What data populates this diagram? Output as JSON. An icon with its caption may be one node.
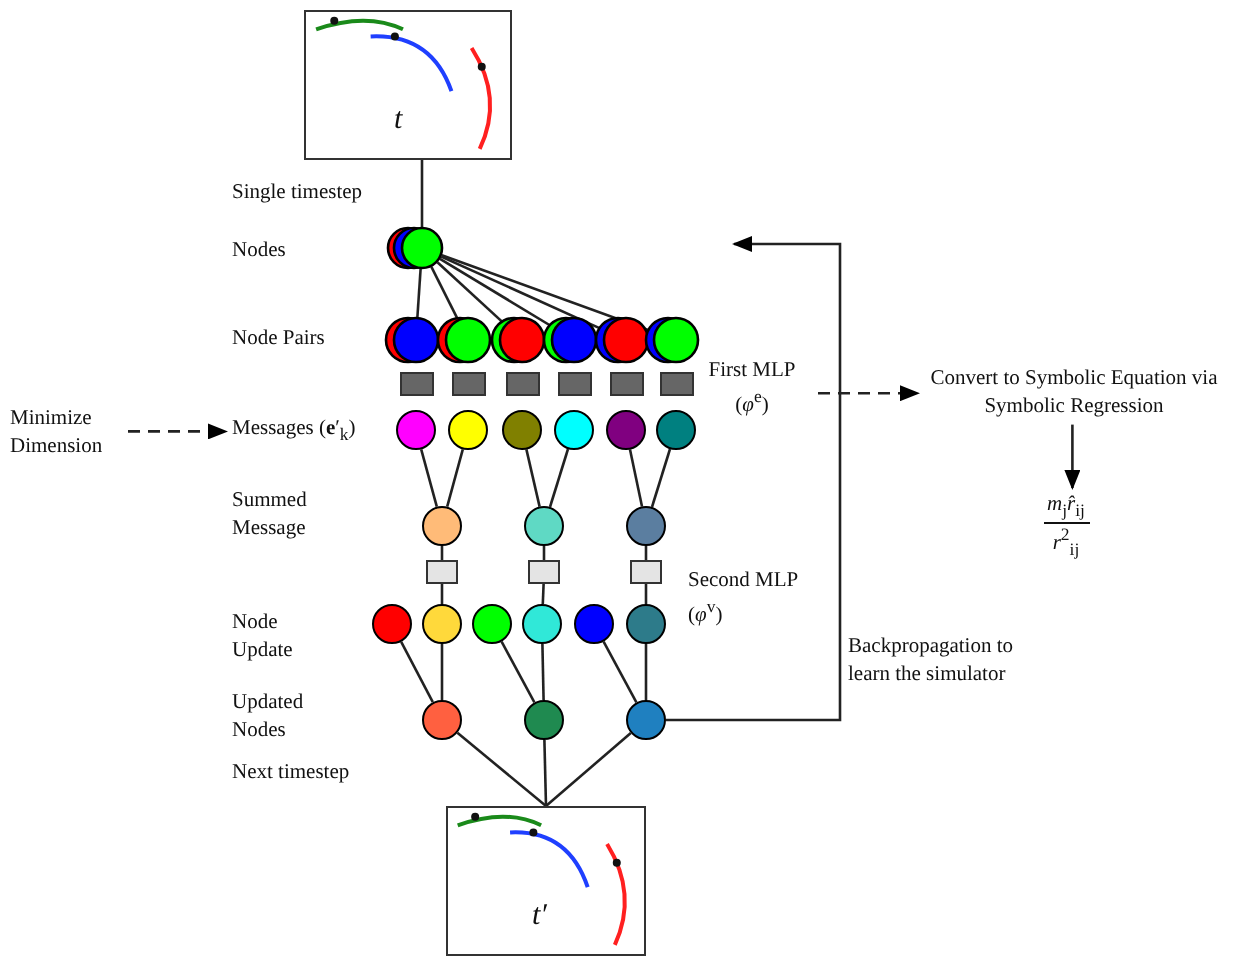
{
  "diagram": {
    "nodes": [
      {
        "text": [
          "t"
        ]
      },
      {
        "text": [],
        "shape": "circle"
      },
      {
        "text": [],
        "shape": "circle"
      },
      {
        "text": [],
        "shape": "circle"
      },
      {
        "text": [],
        "shape": "circle"
      },
      {
        "text": [],
        "shape": "circle"
      },
      {
        "text": [],
        "shape": "circle"
      },
      {
        "text": [],
        "shape": "circle"
      },
      {
        "text": [],
        "shape": "box"
      },
      {
        "text": [],
        "shape": "box"
      },
      {
        "text": [],
        "shape": "box"
      },
      {
        "text": [],
        "shape": "box"
      },
      {
        "text": [],
        "shape": "box"
      },
      {
        "text": [],
        "shape": "box"
      },
      {
        "text": [],
        "shape": "circle"
      },
      {
        "text": [],
        "shape": "circle"
      },
      {
        "text": [],
        "shape": "circle"
      },
      {
        "text": [],
        "shape": "circle"
      },
      {
        "text": [],
        "shape": "circle"
      },
      {
        "text": [],
        "shape": "circle"
      },
      {
        "text": [],
        "shape": "circle"
      },
      {
        "text": [],
        "shape": "circle"
      },
      {
        "text": [],
        "shape": "circle"
      },
      {
        "text": [],
        "shape": "box"
      },
      {
        "text": [],
        "shape": "box"
      },
      {
        "text": [],
        "shape": "box"
      },
      {
        "text": [],
        "shape": "circle"
      },
      {
        "text": [],
        "shape": "circle"
      },
      {
        "text": [],
        "shape": "circle"
      },
      {
        "text": [],
        "shape": "circle"
      },
      {
        "text": [],
        "shape": "circle"
      },
      {
        "text": [],
        "shape": "circle"
      },
      {
        "text": [],
        "shape": "circle"
      },
      {
        "text": [],
        "shape": "circle"
      },
      {
        "text": [],
        "shape": "circle"
      },
      {
        "text": [
          "t′"
        ]
      },
      {
        "text": [
          "Minimize Dimension"
        ]
      },
      {
        "text": [
          "Messages (**e**′$_{k}$)"
        ]
      },
      {
        "text": [
          "First MLP (*φ*$^{e}$)"
        ]
      },
      {
        "text": [
          "Convert to Symbolic Equation via Symbolic Regression"
        ]
      },
      {
        "text": [
          "*m*$_{j}$*r̂*$_{ij}$",
          "*r*$^{2}$$_{ij}$"
        ]
      }
    ],
    "edges": [
      {
        "from": 0,
        "to": 1,
        "arrow": "none"
      },
      {
        "from": 1,
        "to": 2,
        "arrow": "none"
      },
      {
        "from": 1,
        "to": 3,
        "arrow": "none"
      },
      {
        "from": 1,
        "to": 4,
        "arrow": "none"
      },
      {
        "from": 1,
        "to": 5,
        "arrow": "none"
      },
      {
        "from": 1,
        "to": 6,
        "arrow": "none"
      },
      {
        "from": 1,
        "to": 7,
        "arrow": "none"
      },
      {
        "from": 14,
        "to": 20,
        "arrow": "none"
      },
      {
        "from": 15,
        "to": 20,
        "arrow": "none"
      },
      {
        "from": 16,
        "to": 21,
        "arrow": "none"
      },
      {
        "from": 17,
        "to": 21,
        "arrow": "none"
      },
      {
        "from": 18,
        "to": 22,
        "arrow": "none"
      },
      {
        "from": 19,
        "to": 22,
        "arrow": "none"
      },
      {
        "from": 20,
        "to": 23,
        "arrow": "none"
      },
      {
        "from": 23,
        "to": 27,
        "arrow": "none"
      },
      {
        "from": 21,
        "to": 24,
        "arrow": "none"
      },
      {
        "from": 24,
        "to": 29,
        "arrow": "none"
      },
      {
        "from": 22,
        "to": 25,
        "arrow": "none"
      },
      {
        "from": 25,
        "to": 31,
        "arrow": "none"
      },
      {
        "from": 26,
        "to": 32,
        "arrow": "none"
      },
      {
        "from": 27,
        "to": 32,
        "arrow": "none"
      },
      {
        "from": 28,
        "to": 33,
        "arrow": "none"
      },
      {
        "from": 29,
        "to": 33,
        "arrow": "none"
      },
      {
        "from": 30,
        "to": 34,
        "arrow": "none"
      },
      {
        "from": 31,
        "to": 34,
        "arrow": "none"
      },
      {
        "from": 32,
        "to": 35,
        "arrow": "none"
      },
      {
        "from": 33,
        "to": 35,
        "arrow": "none"
      },
      {
        "from": 34,
        "to": 35,
        "arrow": "none"
      },
      {
        "from": 36,
        "to": 37,
        "arrow": "to",
        "style": "dashed"
      },
      {
        "from": 38,
        "to": 39,
        "arrow": "to",
        "style": "dashed"
      },
      {
        "from": 39,
        "to": 40,
        "arrow": "to"
      },
      {
        "from": 34,
        "to": null,
        "arrow": "to"
      }
    ],
    "labels": [
      "Single timestep",
      "Nodes",
      "Node Pairs",
      "Summed Message",
      "Second MLP (*φ*$^{v}$)",
      "Node Update",
      "Backpropagation to learn the simulator",
      "Updated Nodes",
      "Next timestep"
    ]
  }
}
